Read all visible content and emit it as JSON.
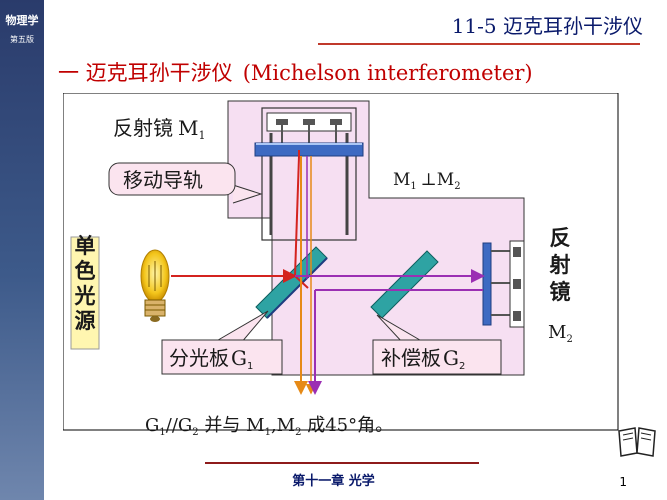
{
  "logo": {
    "line1": "物理学",
    "line2": "第五版"
  },
  "header": {
    "title": "11-5 迈克耳孙干涉仪"
  },
  "title": {
    "cn": "一 迈克耳孙干涉仪",
    "en": "(Michelson interferometer)"
  },
  "diagram": {
    "mirror1": {
      "label": "反射镜",
      "sym": "M",
      "sub": "1"
    },
    "rail": "移动导轨",
    "perp": {
      "a": "M",
      "a_sub": "1",
      "op": "⊥",
      "b": "M",
      "b_sub": "2"
    },
    "mirror2": {
      "label": "反射镜",
      "sym": "M",
      "sub": "2"
    },
    "source": "单色光源",
    "g1": {
      "label": "分光板",
      "sym": "G",
      "sub": "1"
    },
    "g2": {
      "label": "补偿板",
      "sym": "G",
      "sub": "2"
    },
    "caption": {
      "g1": "G",
      "g1_sub": "1",
      "par": "//",
      "g2": "G",
      "g2_sub": "2",
      "t1": " 并与 ",
      "m1": "M",
      "m1_sub": "1",
      "comma": ",",
      "m2": "M",
      "m2_sub": "2",
      "t2": " 成45°角。"
    },
    "colors": {
      "panel": "#f6dff2",
      "mirror": "#3d6ac2",
      "plate": "#2ea3a3",
      "ray_red": "#d4231f",
      "ray_purple": "#9b2fb3",
      "ray_orange": "#e68a17",
      "label_box": "#fbe4ef"
    }
  },
  "footer": {
    "chapter": "第十一章 光学",
    "page": "1"
  },
  "icons": {
    "book": "book-icon"
  }
}
